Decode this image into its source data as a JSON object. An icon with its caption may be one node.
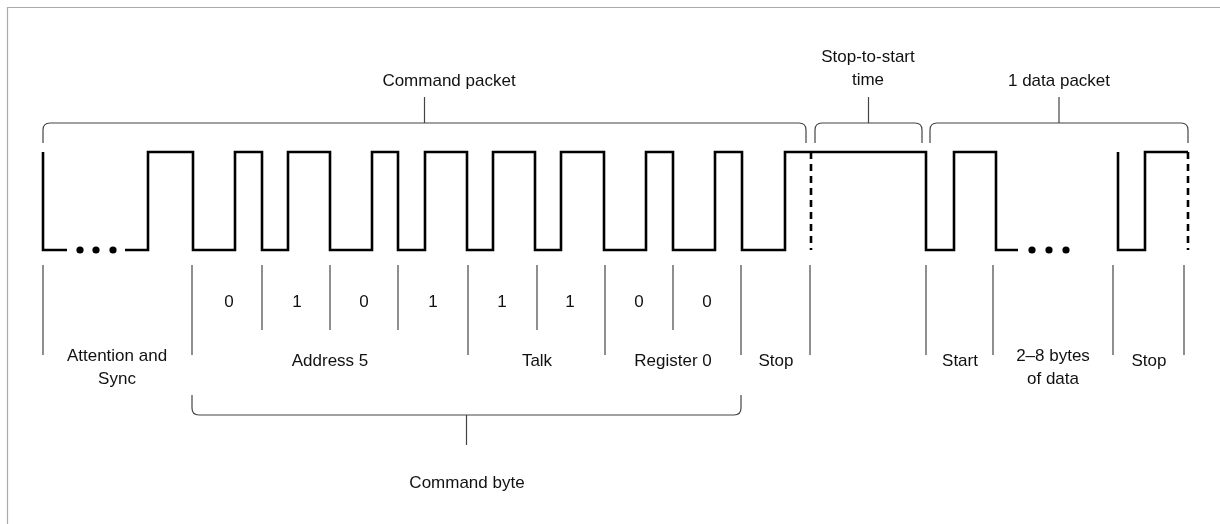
{
  "diagram": {
    "labels": [
      "Command packet",
      "Stop-to-start time",
      "1 data packet",
      "0",
      "1",
      "0",
      "1",
      "1",
      "1",
      "0",
      "0",
      "Attention and Sync",
      "Address 5",
      "Talk",
      "Register 0",
      "Stop",
      "Start",
      "2–8 bytes of data",
      "Stop",
      "Command byte"
    ]
  }
}
